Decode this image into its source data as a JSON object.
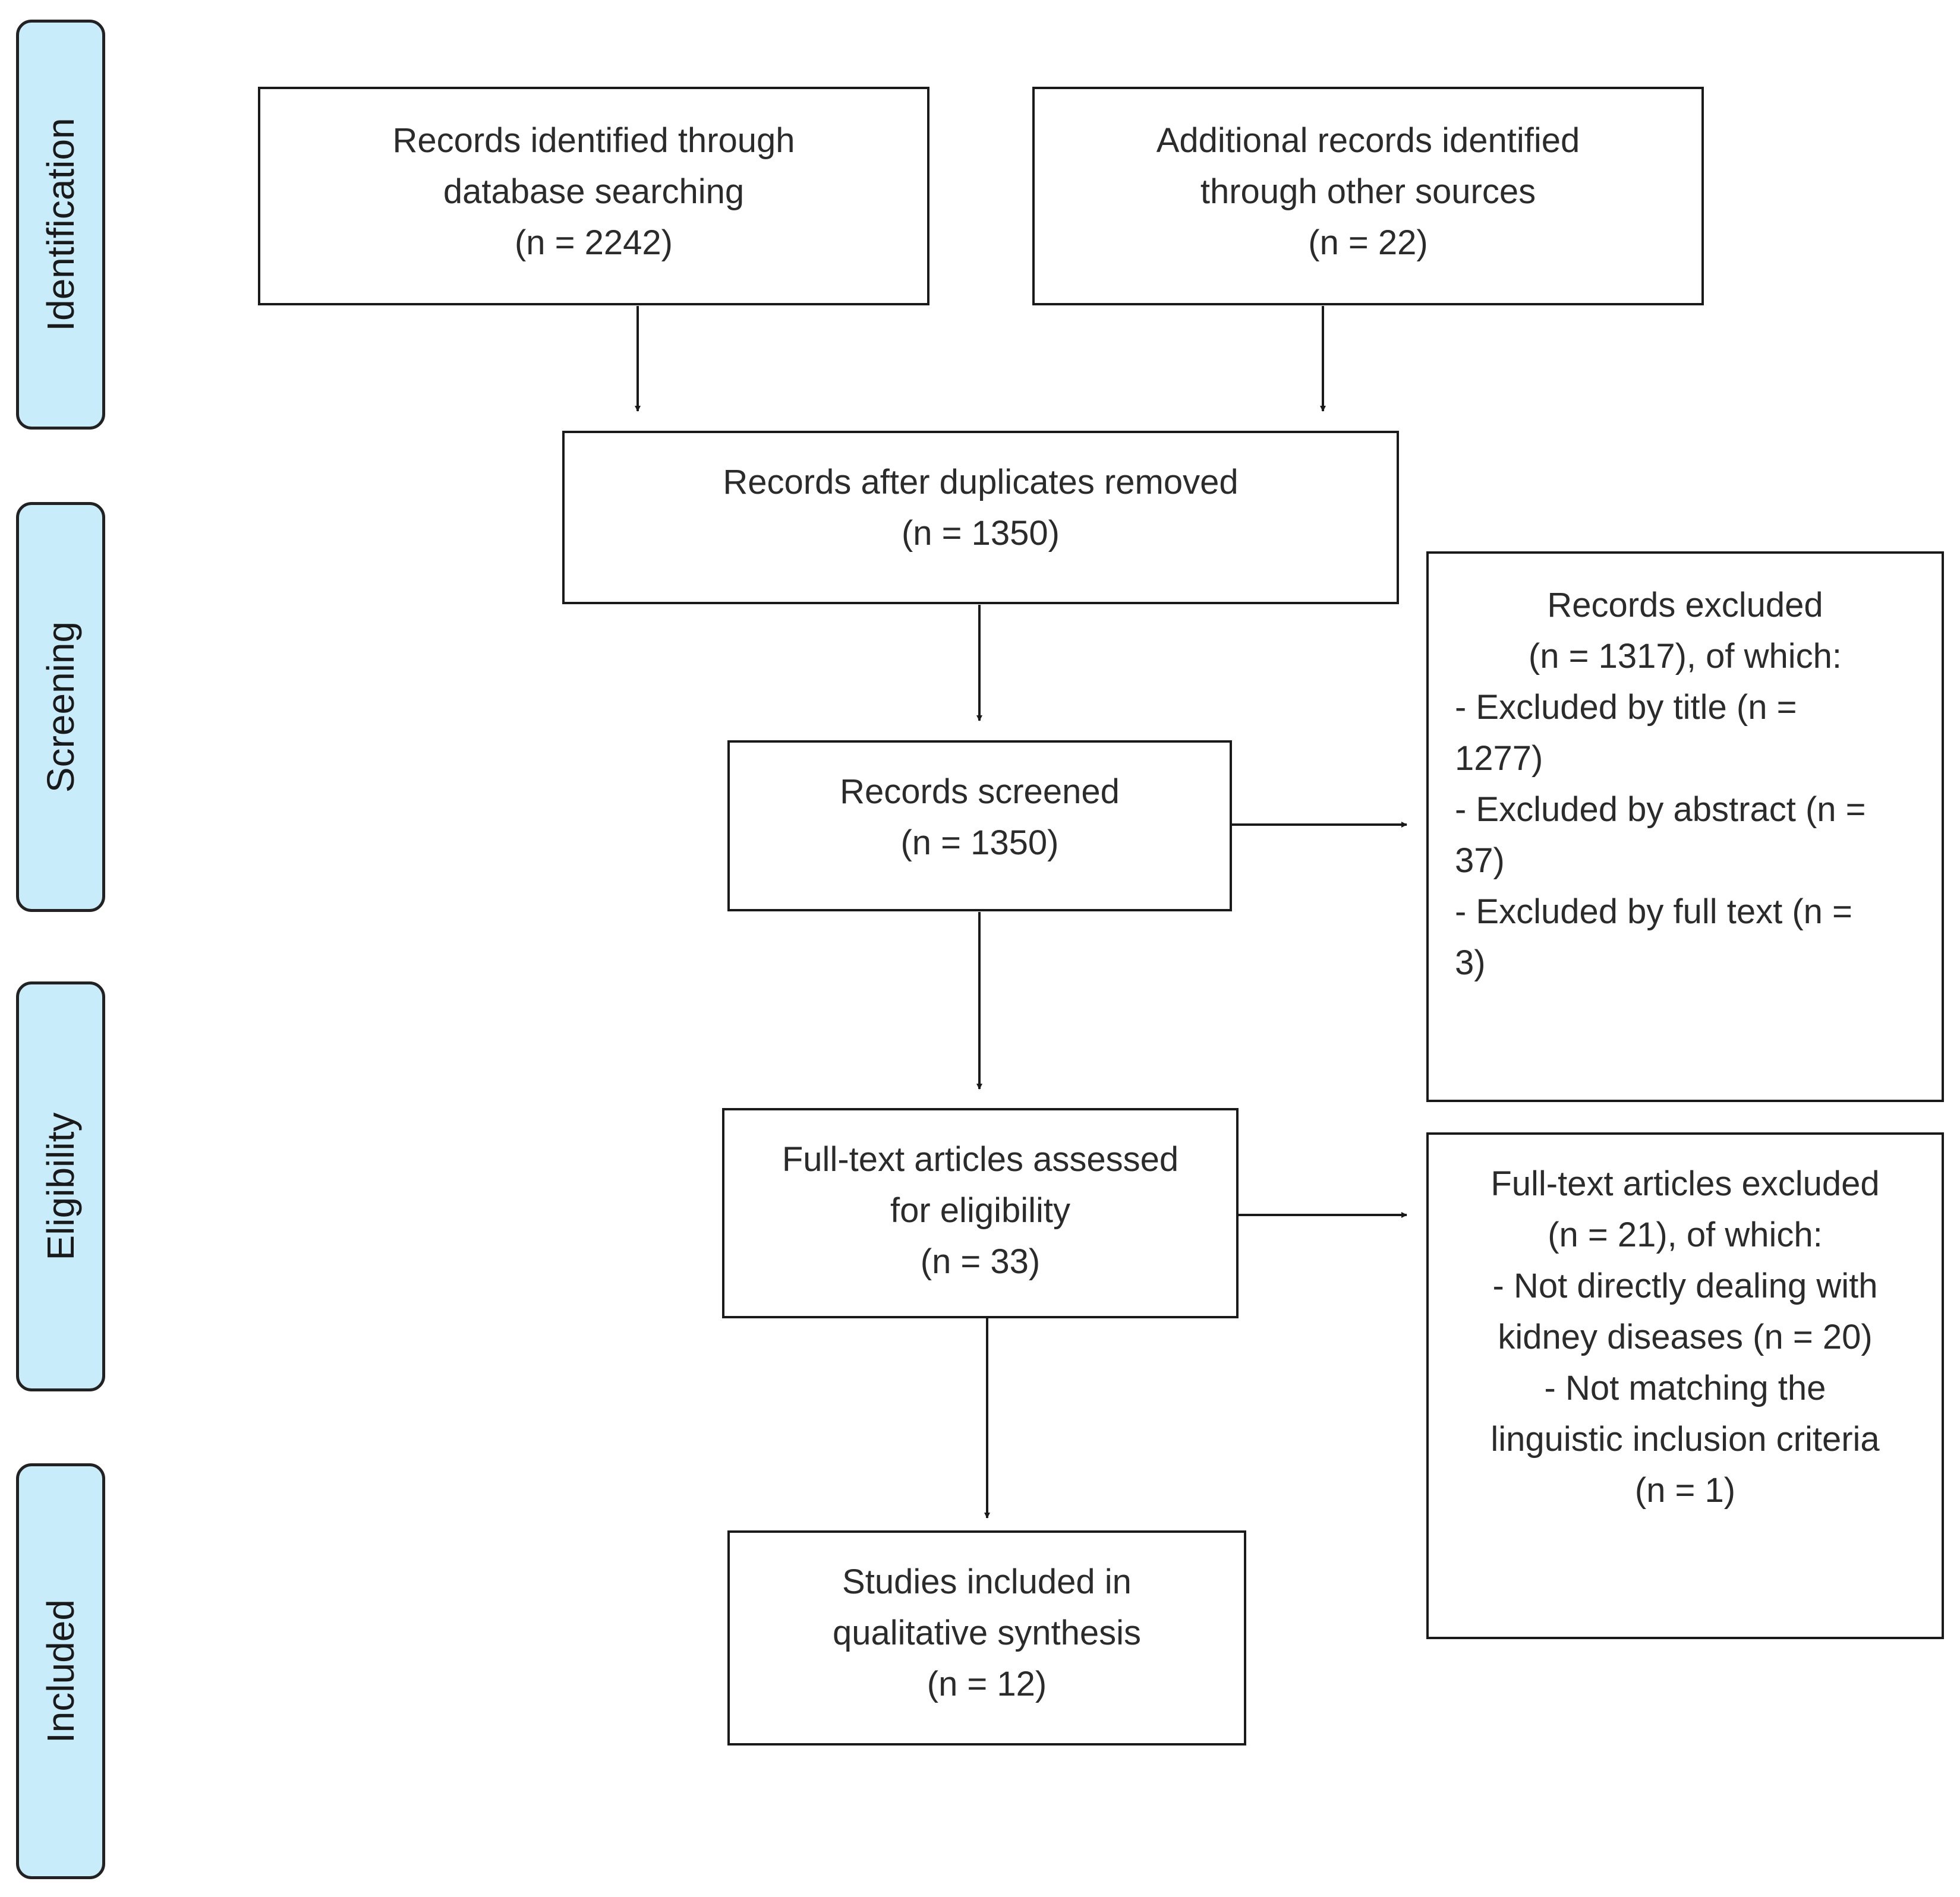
{
  "stages": {
    "identification": "Identification",
    "screening": "Screening",
    "eligibility": "Eligibility",
    "included": "Included"
  },
  "boxes": {
    "database": {
      "lines": [
        "Records identified through",
        "database searching",
        "(n = 2242)"
      ]
    },
    "other_sources": {
      "lines": [
        "Additional records identified",
        "through other sources",
        "(n = 22)"
      ]
    },
    "duplicates_removed": {
      "lines": [
        "Records after duplicates removed",
        "(n = 1350)"
      ]
    },
    "screened": {
      "lines": [
        "Records screened",
        "(n = 1350)"
      ]
    },
    "records_excluded": {
      "lines": [
        "Records excluded",
        "(n = 1317), of which:",
        "- Excluded by title (n =",
        "1277)",
        "- Excluded by abstract (n =",
        "37)",
        "- Excluded by full text (n =",
        "3)"
      ]
    },
    "fulltext_assessed": {
      "lines": [
        "Full-text articles assessed",
        "for eligibility",
        "(n = 33)"
      ]
    },
    "fulltext_excluded": {
      "lines": [
        "Full-text articles excluded",
        "(n = 21), of which:",
        "- Not directly dealing with",
        "kidney diseases (n = 20)",
        "- Not matching the",
        "linguistic inclusion criteria",
        "(n = 1)"
      ]
    },
    "included": {
      "lines": [
        "Studies included in",
        "qualitative synthesis",
        "(n = 12)"
      ]
    }
  }
}
